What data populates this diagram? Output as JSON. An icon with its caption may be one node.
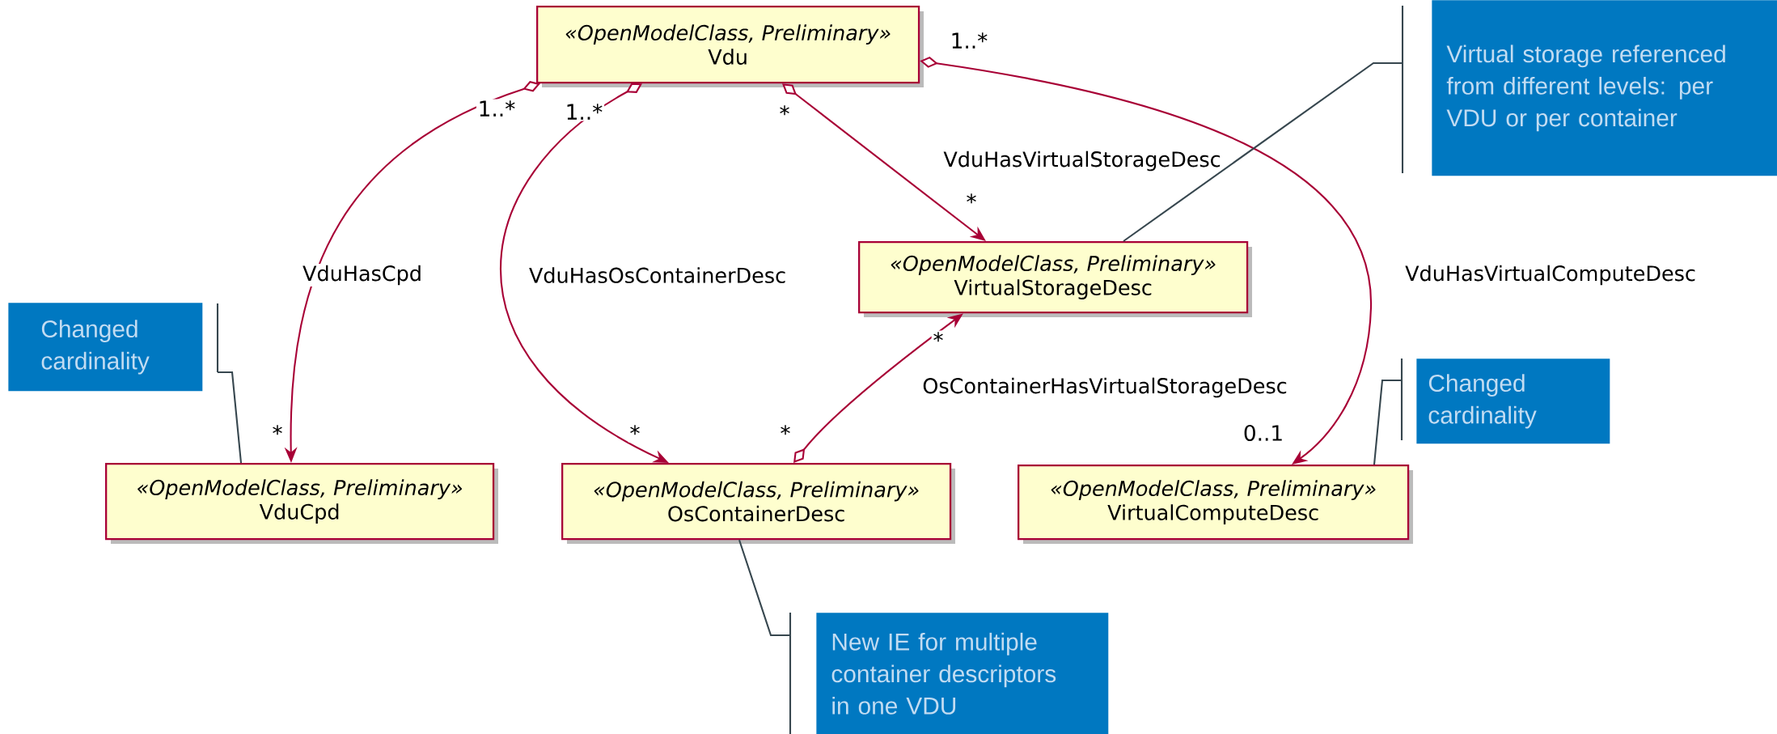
{
  "diagram": {
    "nodes": [
      {
        "text": [
          "«OpenModelClass, Preliminary»",
          "Vdu"
        ]
      },
      {
        "text": [
          "«OpenModelClass, Preliminary»",
          "VirtualStorageDesc"
        ]
      },
      {
        "text": [
          "«OpenModelClass, Preliminary»",
          "VduCpd"
        ]
      },
      {
        "text": [
          "«OpenModelClass, Preliminary»",
          "OsContainerDesc"
        ]
      },
      {
        "text": [
          "«OpenModelClass, Preliminary»",
          "VirtualComputeDesc"
        ]
      },
      {
        "text": [
          "Virtual storage referenced from different levels: per VDU or per container"
        ]
      },
      {
        "text": [
          "Changed cardinality"
        ]
      },
      {
        "text": [
          "Changed cardinality"
        ]
      },
      {
        "text": [
          "New IE for multiple container descriptors in one VDU"
        ]
      }
    ],
    "edges": [
      {
        "from": 0,
        "to": 2,
        "arrow": "to",
        "label": "VduHasCpd"
      },
      {
        "from": 0,
        "to": 3,
        "arrow": "to",
        "label": "VduHasOsContainerDesc"
      },
      {
        "from": 0,
        "to": 1,
        "arrow": "to",
        "label": "VduHasVirtualStorageDesc"
      },
      {
        "from": 0,
        "to": 4,
        "arrow": "to",
        "label": "VduHasVirtualComputeDesc"
      },
      {
        "from": 3,
        "to": 1,
        "arrow": "to",
        "label": "OsContainerHasVirtualStorageDesc"
      },
      {
        "from": 5,
        "to": 1,
        "arrow": "none",
        "color": "#37474f"
      },
      {
        "from": 6,
        "to": 2,
        "arrow": "none",
        "color": "#37474f"
      },
      {
        "from": 7,
        "to": 4,
        "arrow": "none",
        "color": "#37474f"
      },
      {
        "from": 8,
        "to": 3,
        "arrow": "none",
        "color": "#37474f"
      }
    ],
    "labels": [
      "1..*",
      "1..*",
      "1..*",
      "*",
      "*",
      "*",
      "*",
      "*",
      "*",
      "0..1"
    ]
  }
}
